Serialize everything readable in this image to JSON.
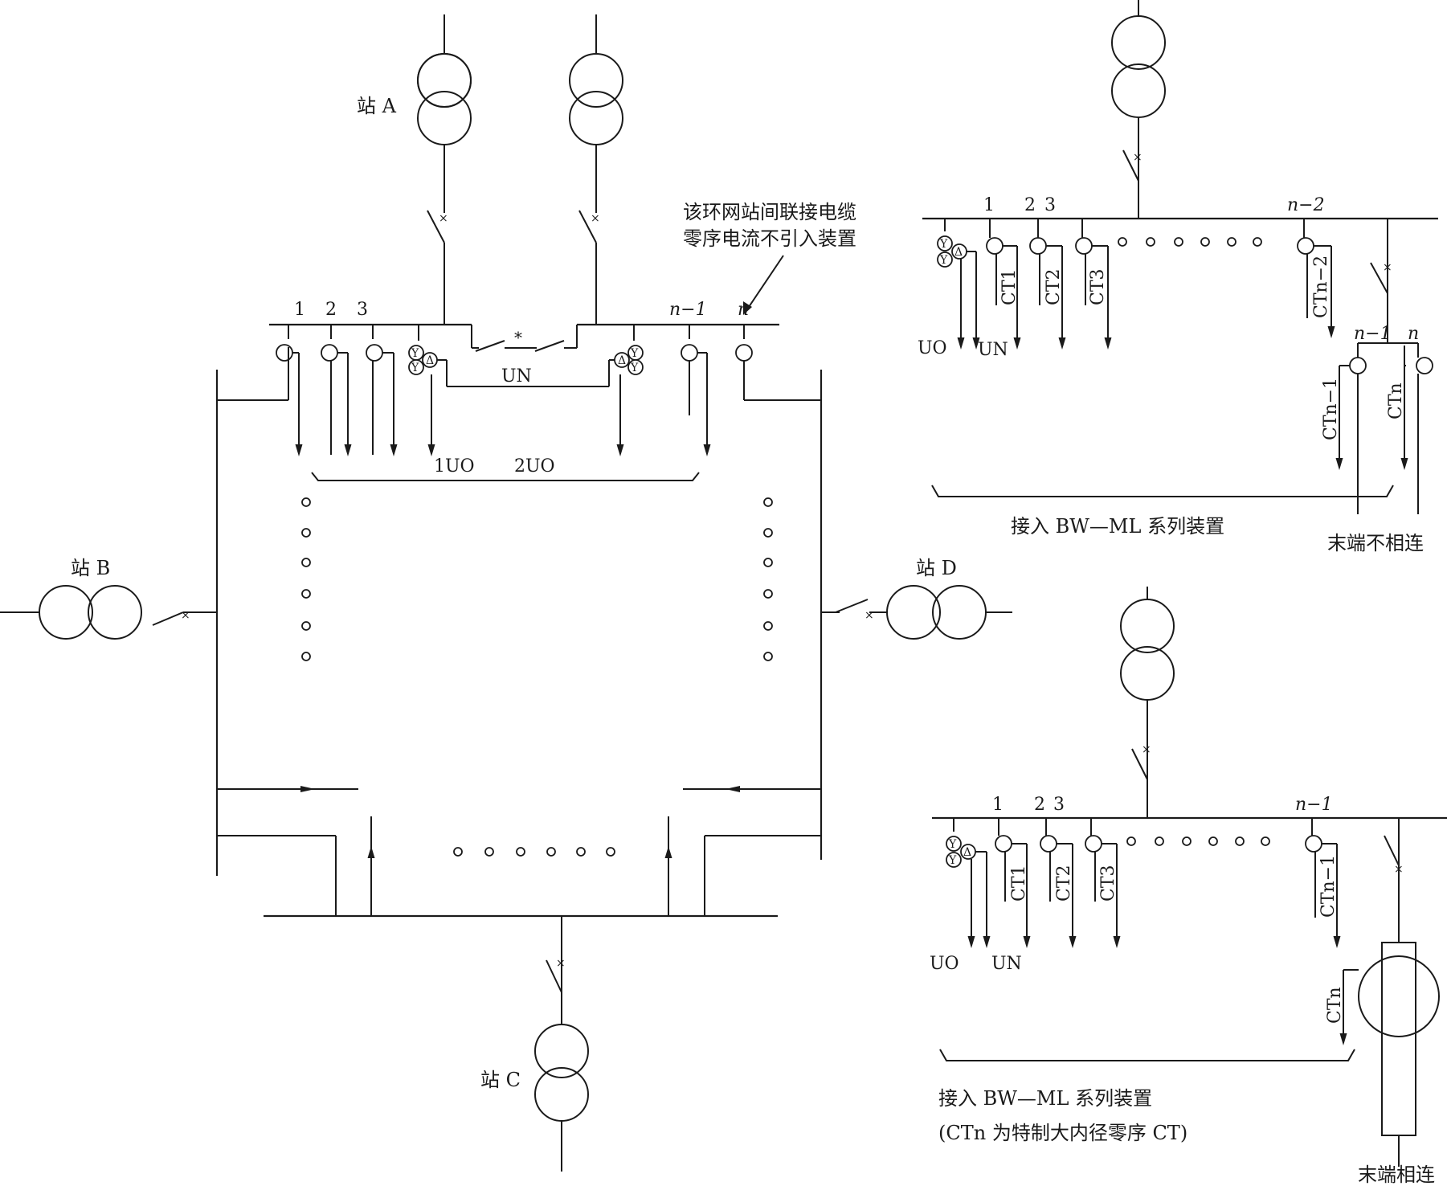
{
  "stations": {
    "a": "站 A",
    "b": "站 B",
    "c": "站 C",
    "d": "站 D"
  },
  "note": {
    "line1": "该环网站间联接电缆",
    "line2": "零序电流不引入装置"
  },
  "main": {
    "feeder_1": "1",
    "feeder_2": "2",
    "feeder_3": "3",
    "feeder_n1": "n−1",
    "feeder_n": "n",
    "un": "UN",
    "uo1": "1UO",
    "uo2": "2UO",
    "tie_mark": "*"
  },
  "top_right": {
    "feeder_1": "1",
    "feeder_2": "2",
    "feeder_3": "3",
    "feeder_n2": "n−2",
    "feeder_n1": "n−1",
    "feeder_n": "n",
    "ct1": "CT1",
    "ct2": "CT2",
    "ct3": "CT3",
    "ctn2": "CTn−2",
    "ctn1": "CTn−1",
    "ctn": "CTn",
    "uo": "UO",
    "un": "UN",
    "device": "接入 BW—ML 系列装置",
    "end_note": "末端不相连"
  },
  "bottom_right": {
    "feeder_1": "1",
    "feeder_2": "2",
    "feeder_3": "3",
    "feeder_n1": "n−1",
    "ct1": "CT1",
    "ct2": "CT2",
    "ct3": "CT3",
    "ctn1": "CTn−1",
    "ctn": "CTn",
    "uo": "UO",
    "un": "UN",
    "device": "接入 BW—ML 系列装置",
    "device_note": "(CTn 为特制大内径零序 CT)",
    "end_note": "末端相连"
  },
  "symbols": {
    "pt_star": "Y",
    "pt_delta": "Δ"
  }
}
